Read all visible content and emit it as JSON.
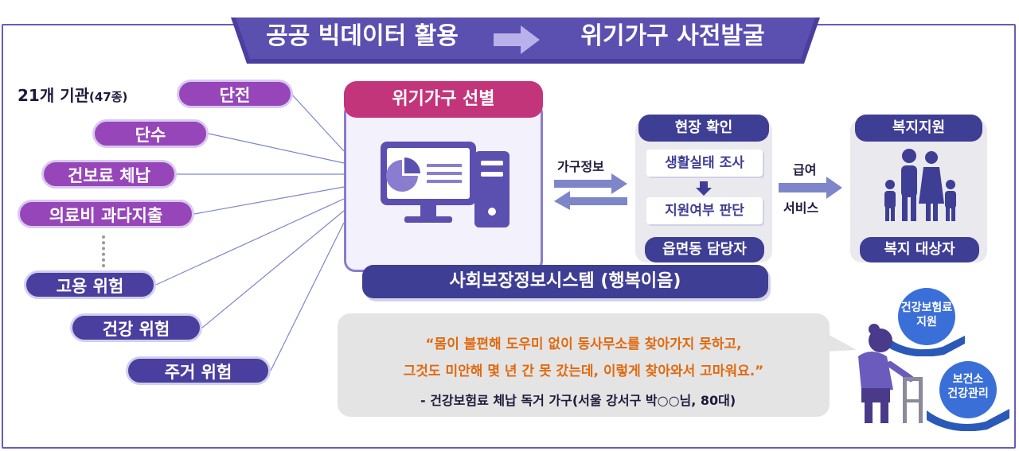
{
  "banner": {
    "left_text": "공공 빅데이터 활용",
    "right_text": "위기가구 사전발굴",
    "arrow_icon": "arrow-right-icon"
  },
  "agencies": {
    "count_label": "21개 기관",
    "count_detail": "(47종)",
    "items": [
      "단전",
      "단수",
      "건보료 체납",
      "의료비 과다지출",
      "고용 위험",
      "건강 위험",
      "주거 위험"
    ]
  },
  "system": {
    "title": "위기가구 선별",
    "name": "사회보장정보시스템 (행복이음)",
    "icon": "computer-icon"
  },
  "flow": {
    "household_info": "가구정보",
    "benefit_label": "급여",
    "service_label": "서비스"
  },
  "site_check": {
    "title": "현장 확인",
    "steps": [
      "생활실태 조사",
      "지원여부 판단"
    ],
    "footer": "읍면동 담당자"
  },
  "welfare": {
    "title": "복지지원",
    "footer": "복지 대상자",
    "icon": "family-icon"
  },
  "quote": {
    "line1": "“몸이 불편해 도우미 없이 동사무소를 찾아가지 못하고,",
    "line2": "그것도 미안해 몇 년 간 못 갔는데, 이렇게 찾아와서 고마워요.”",
    "source": "- 건강보험료 체납 독거 가구(서울 강서구 박○○님, 80대)"
  },
  "supports": {
    "health_insurance": [
      "건강보험료",
      "지원"
    ],
    "health_care": [
      "보건소",
      "건강관리"
    ]
  },
  "colors": {
    "banner": "#4a3f9e",
    "magenta_pill": "#9746b9",
    "blue_pill": "#4a3f9e",
    "system_title": "#c3357a",
    "dark_navy": "#3f3e95",
    "quote_text": "#e06a10",
    "line_color": "#7d86c9"
  }
}
